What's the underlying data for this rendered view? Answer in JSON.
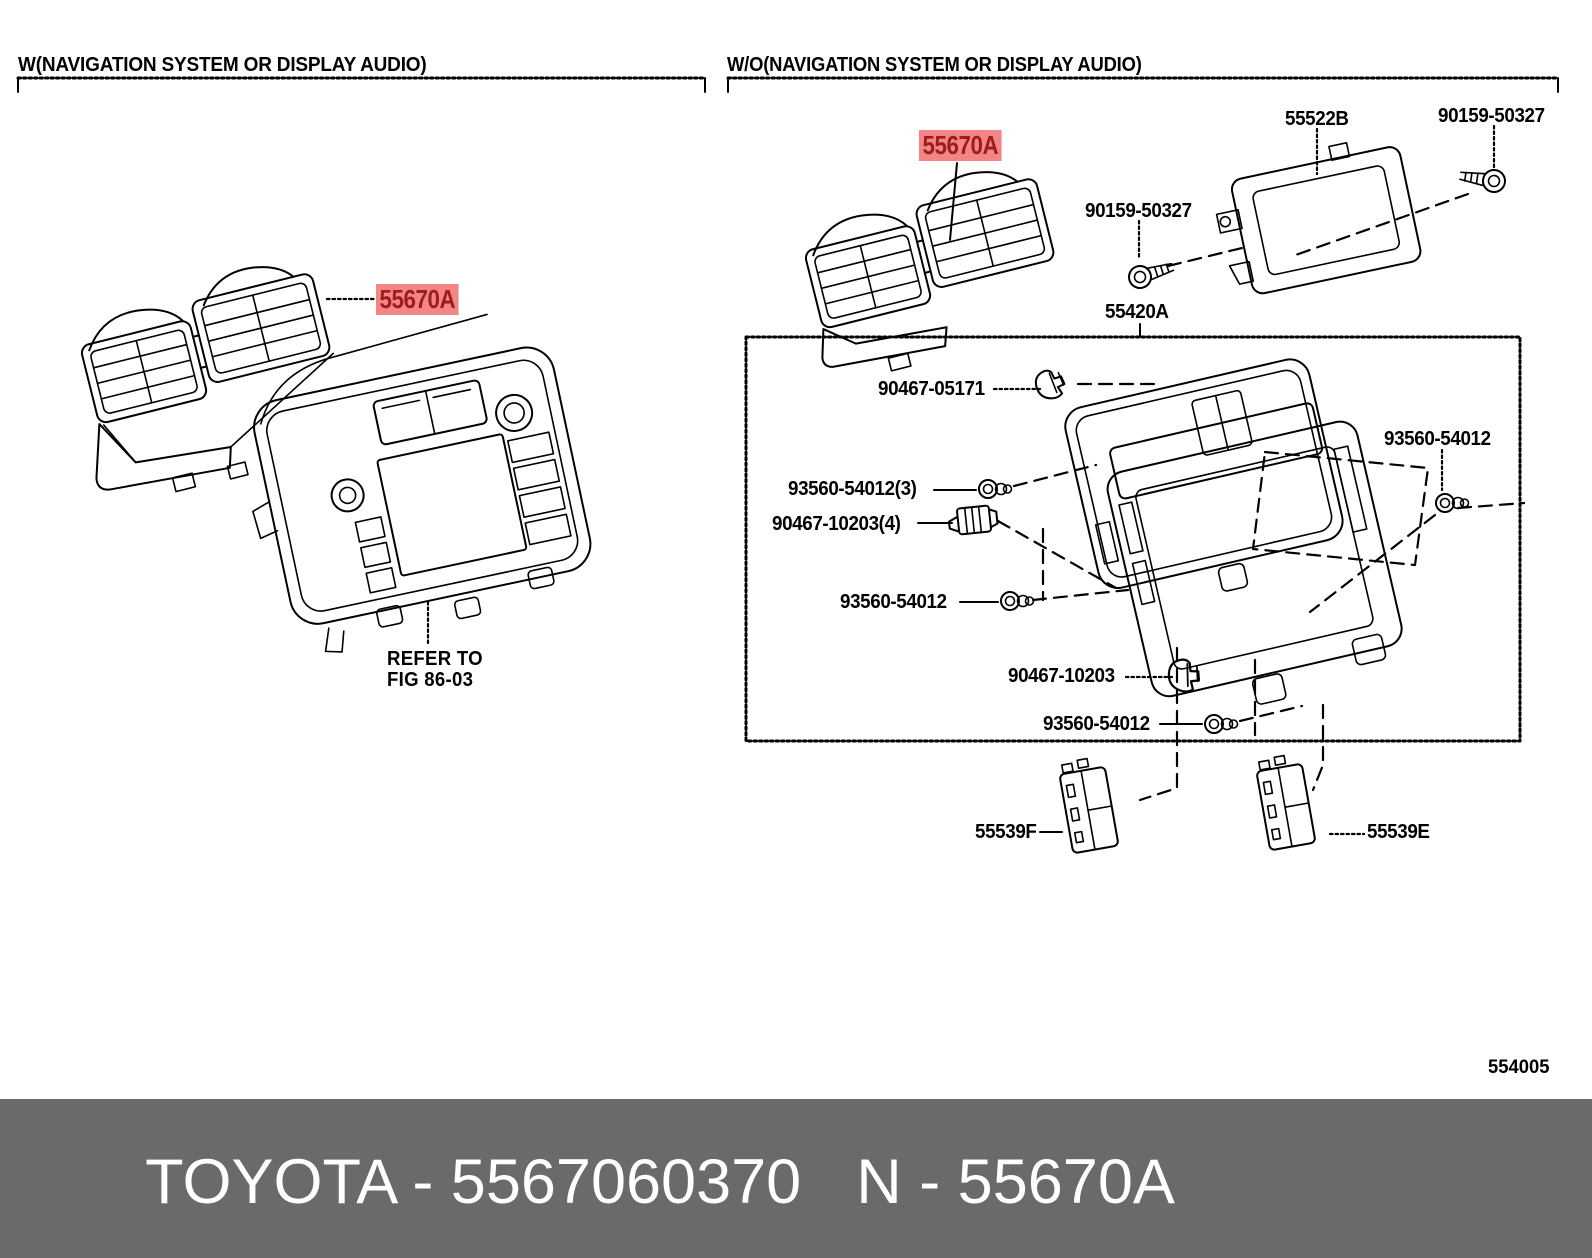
{
  "headers": {
    "left": "W(NAVIGATION SYSTEM OR DISPLAY AUDIO)",
    "right": "W/O(NAVIGATION SYSTEM OR DISPLAY AUDIO)"
  },
  "parts": {
    "left_vent": "55670A",
    "right_vent": "55670A",
    "hood": "55522B",
    "screw_top": "90159-50327",
    "screw_mid": "90159-50327",
    "panel": "55420A",
    "clip_a": "90467-05171",
    "grommet_x3": "93560-54012(3)",
    "clamp_x4": "90467-10203(4)",
    "grommet_left": "93560-54012",
    "grommet_right": "93560-54012",
    "clip_b": "90467-10203",
    "grommet_bottom": "93560-54012",
    "blank_f": "55539F",
    "blank_e": "55539E"
  },
  "note": {
    "line1": "REFER TO",
    "line2": "FIG 86-03"
  },
  "figure_code": "554005",
  "footer": {
    "left": "TOYOTA - 5567060370",
    "right": "N - 55670A"
  },
  "colors": {
    "highlight_bg": "#f28585",
    "highlight_text": "#9e1c1c",
    "footer_bg": "#6a6a6a",
    "footer_text": "#ffffff",
    "line": "#000000"
  }
}
